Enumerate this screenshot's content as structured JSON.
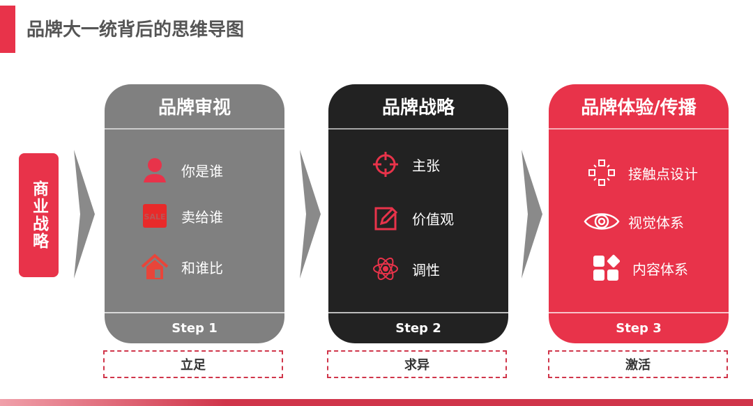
{
  "title": "品牌大一统背后的思维导图",
  "side_label": "商业战略",
  "cards": [
    {
      "title": "品牌审视",
      "step": "Step 1",
      "tag": "立足",
      "color": "#808080",
      "items": [
        {
          "icon": "person-icon",
          "label": "你是谁"
        },
        {
          "icon": "sale-tag-icon",
          "label": "卖给谁"
        },
        {
          "icon": "house-icon",
          "label": "和谁比"
        }
      ]
    },
    {
      "title": "品牌战略",
      "step": "Step 2",
      "tag": "求异",
      "color": "#222222",
      "items": [
        {
          "icon": "target-icon",
          "label": "主张"
        },
        {
          "icon": "edit-icon",
          "label": "价值观"
        },
        {
          "icon": "atom-icon",
          "label": "调性"
        }
      ]
    },
    {
      "title": "品牌体验/传播",
      "step": "Step 3",
      "tag": "激活",
      "color": "#e8334a",
      "items": [
        {
          "icon": "touchpoint-icon",
          "label": "接触点设计"
        },
        {
          "icon": "eye-icon",
          "label": "视觉体系"
        },
        {
          "icon": "blocks-icon",
          "label": "内容体系"
        }
      ]
    }
  ],
  "accent": "#e8334a"
}
